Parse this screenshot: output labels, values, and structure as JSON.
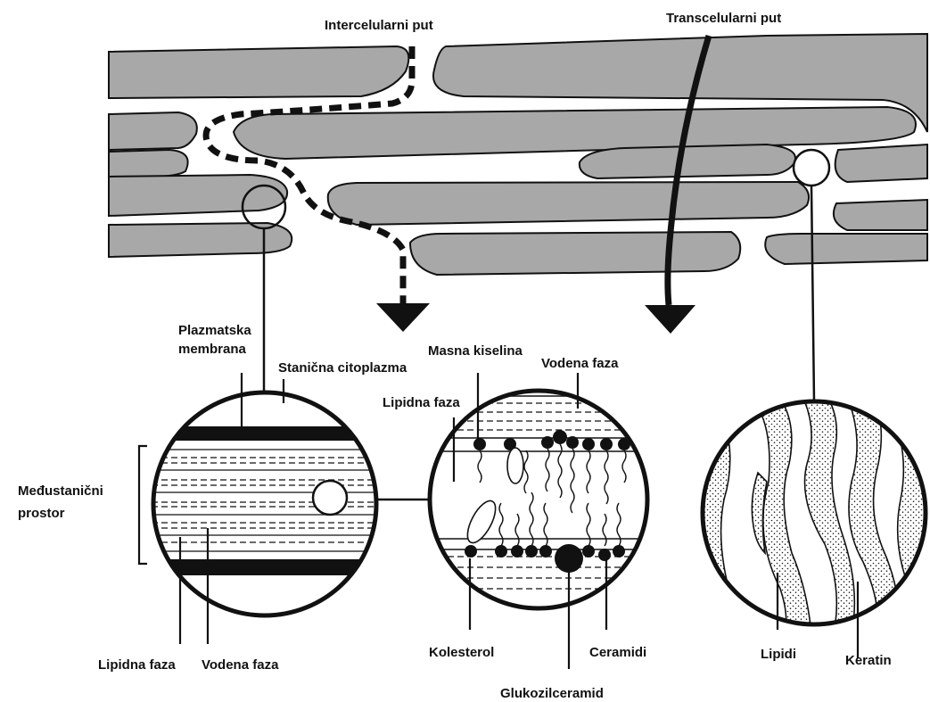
{
  "colors": {
    "cell_fill": "#a8a8a8",
    "outline": "#111111",
    "background": "#ffffff"
  },
  "labels": {
    "intercellular_route": "Intercelularni put",
    "transcellular_route": "Transcelularni put",
    "plasma_membrane_line1": "Plazmatska",
    "plasma_membrane_line2": "membrana",
    "cell_cytoplasm": "Stanična citoplazma",
    "intercellular_space_line1": "Međustanični",
    "intercellular_space_line2": "prostor",
    "lipid_phase_left": "Lipidna faza",
    "aqueous_phase_left": "Vodena faza",
    "fatty_acid": "Masna kiselina",
    "aqueous_phase_mid": "Vodena faza",
    "lipid_phase_mid": "Lipidna faza",
    "cholesterol": "Kolesterol",
    "ceramides": "Ceramidi",
    "glucosylceramide": "Glukozilceramid",
    "lipids": "Lipidi",
    "keratin": "Keratin"
  }
}
